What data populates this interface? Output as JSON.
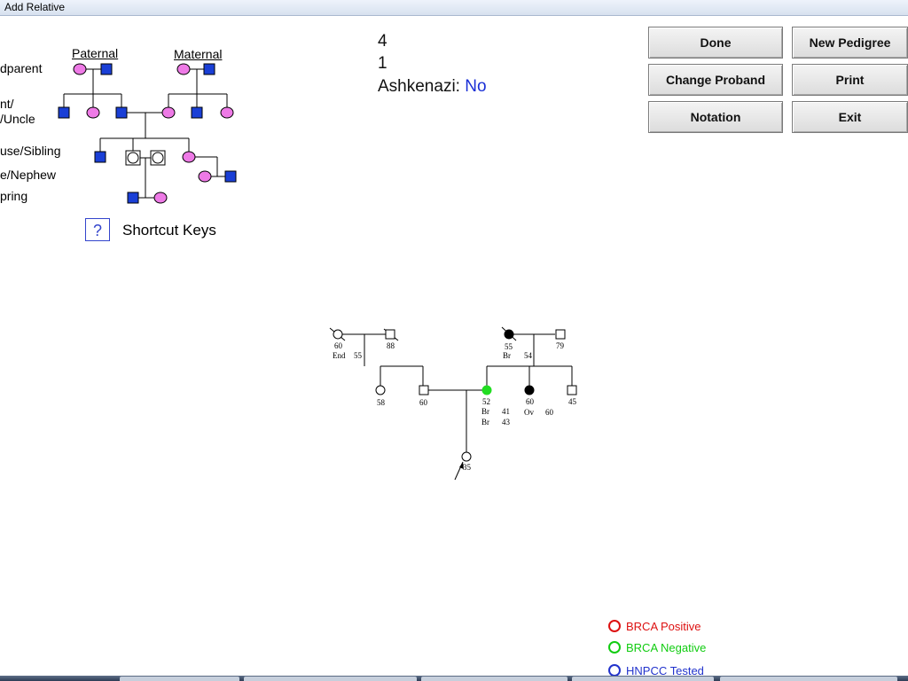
{
  "window": {
    "title": "Add Relative"
  },
  "relative_legend": {
    "paternal_label": "Paternal",
    "maternal_label": "Maternal",
    "rows": [
      "dparent",
      "nt/",
      "/Uncle",
      "use/Sibling",
      "e/Nephew",
      "pring"
    ]
  },
  "shortcut": {
    "icon": "?",
    "label": "Shortcut Keys"
  },
  "info": {
    "line1": "4",
    "line2": "1",
    "ashkenazi_label": "Ashkenazi:",
    "ashkenazi_value": "No"
  },
  "buttons": {
    "done": "Done",
    "new_pedigree": "New Pedigree",
    "change_proband": "Change Proband",
    "print": "Print",
    "notation": "Notation",
    "exit": "Exit"
  },
  "pedigree": {
    "labels": {
      "pgm_age": "60",
      "pgm_cancer": "End",
      "pgm_cancer_age": "55",
      "pgf_age": "88",
      "mgm_age": "55",
      "mgm_cancer": "Br",
      "mgm_cancer_age": "54",
      "mgf_age": "79",
      "aunt1_age": "58",
      "father_age": "60",
      "mother_age": "52",
      "mother_c1": "Br",
      "mother_c1_age": "41",
      "mother_c2": "Br",
      "mother_c2_age": "43",
      "maunt_age": "60",
      "maunt_cancer": "Ov",
      "maunt_cancer_age": "60",
      "muncle_age": "45",
      "proband_age": "35"
    },
    "colors": {
      "affected": "#000000",
      "brca_negative": "#22dd22",
      "unaffected": "#ffffff"
    }
  },
  "genetic_key": {
    "items": [
      {
        "label": "BRCA Positive",
        "color": "#dd1111"
      },
      {
        "label": "BRCA Negative",
        "color": "#11cc11"
      },
      {
        "label": "HNPCC Tested",
        "color": "#2233cc"
      }
    ]
  },
  "colors": {
    "male_symbol": "#1a3fd6",
    "female_symbol": "#ee7ae6",
    "accent_blue": "#1a2fd6"
  }
}
